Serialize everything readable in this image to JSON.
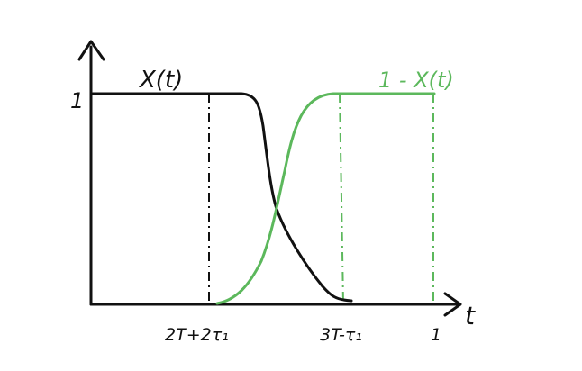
{
  "diagram": {
    "labels": {
      "black_curve": "X(t)",
      "green_curve": "1 - X(t)",
      "y_tick_one": "1",
      "x_axis": "t",
      "x_tick_a": "2T+2τ₁",
      "x_tick_b": "3T-τ₁",
      "x_tick_c": "1"
    },
    "colors": {
      "black_curve": "#111111",
      "green_curve": "#5cb85c",
      "axes": "#111111",
      "background": "#ffffff"
    }
  }
}
